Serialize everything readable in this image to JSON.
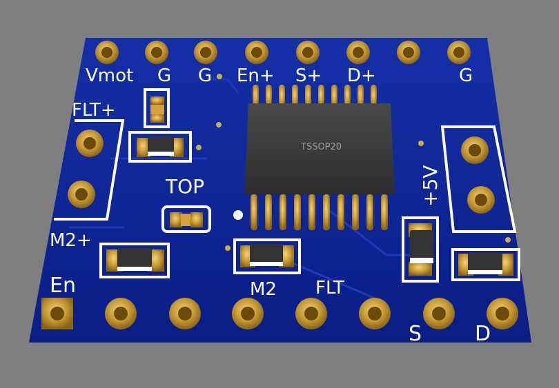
{
  "colors": {
    "background": "#7f7f7f",
    "board": "#0a1f8f",
    "gold": "#c89b33",
    "silkscreen": "#ffffff",
    "ic_body": "#3a3a3a"
  },
  "labels": {
    "top_row": [
      "Vmot",
      "G",
      "G",
      "En+",
      "S+",
      "D+",
      "G"
    ],
    "flt_plus": "FLT+",
    "top": "TOP",
    "m2_plus": "M2+",
    "en": "En",
    "m2": "M2",
    "flt": "FLT",
    "s": "S",
    "d": "D",
    "plus5v": "+5V"
  },
  "ic": {
    "package": "TSSOP20"
  }
}
